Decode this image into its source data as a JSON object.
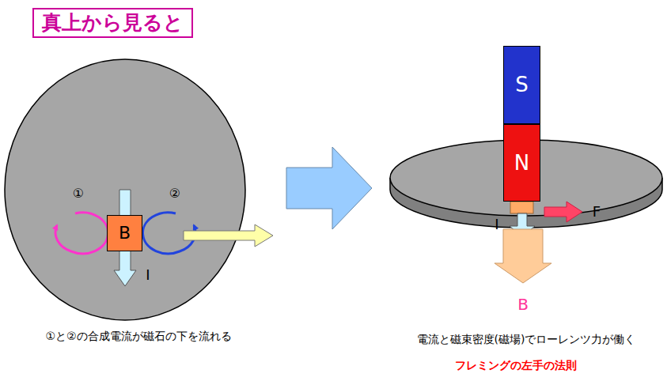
{
  "diagram": {
    "title": "真上から見ると",
    "nodes": [
      {
        "text": [
          "B"
        ]
      },
      {
        "text": [
          "S"
        ]
      },
      {
        "text": [
          "N"
        ]
      }
    ],
    "labels": [
      "①",
      "②",
      "I",
      "①と②の合成電流が磁石の下を流れる",
      "I",
      "F",
      "B",
      "電流と磁束密度(磁場)でローレンツ力が働く",
      "フレミングの左手の法則"
    ]
  }
}
